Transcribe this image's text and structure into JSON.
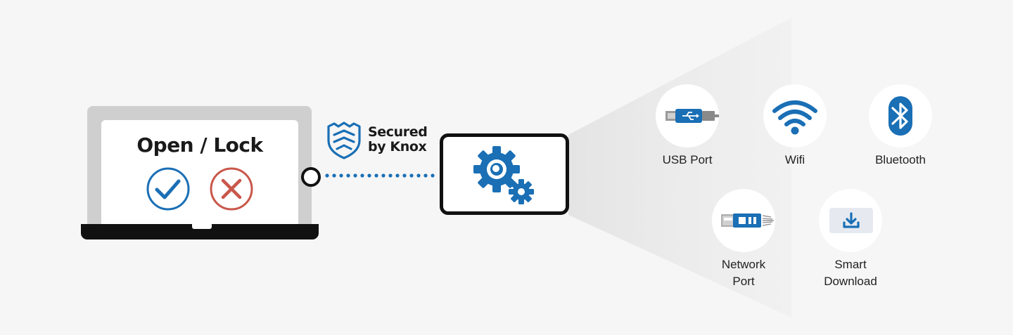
{
  "laptop": {
    "title": "Open / Lock",
    "approve_icon": "check-circle-icon",
    "deny_icon": "x-circle-icon"
  },
  "knox": {
    "line1": "Secured",
    "line2": "by Knox",
    "icon": "shield-icon"
  },
  "device": {
    "icon": "gears-icon"
  },
  "features": {
    "usb": {
      "label": "USB Port",
      "icon": "usb-icon"
    },
    "wifi": {
      "label": "Wifi",
      "icon": "wifi-icon"
    },
    "bluetooth": {
      "label": "Bluetooth",
      "icon": "bluetooth-icon"
    },
    "network": {
      "label_line1": "Network",
      "label_line2": "Port",
      "icon": "ethernet-icon"
    },
    "download": {
      "label_line1": "Smart",
      "label_line2": "Download",
      "icon": "download-icon"
    }
  },
  "colors": {
    "accent_blue": "#1a6fb5",
    "deny_red": "#c9574a",
    "outline": "#111111",
    "background": "#f6f6f6"
  }
}
